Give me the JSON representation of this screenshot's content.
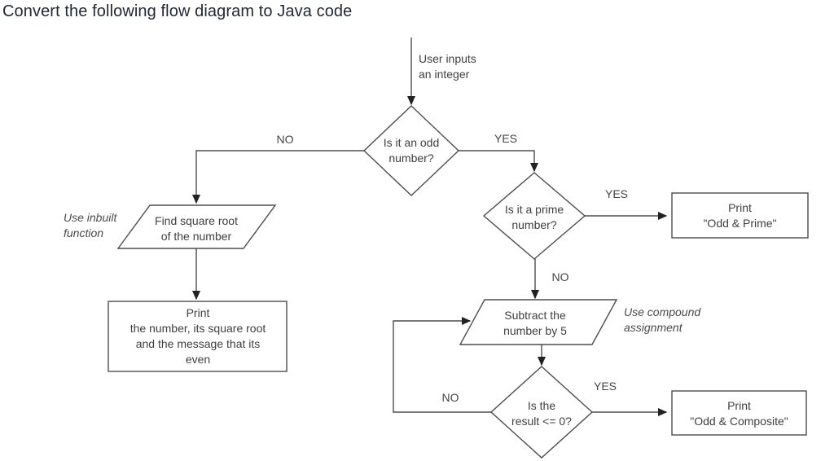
{
  "title": "Convert the following flow diagram to Java code",
  "diagram": {
    "start": {
      "label": "User inputs\nan integer"
    },
    "nodes": {
      "odd_decision": "Is it an odd\nnumber?",
      "sqrt_io": "Find square root\nof the number",
      "print_even": "Print\nthe number, its square root\nand the message that its\neven",
      "prime_decision": "Is it a prime\nnumber?",
      "print_odd_prime": "Print\n\"Odd & Prime\"",
      "subtract_io": "Subtract the\nnumber by 5",
      "result_decision": "Is the\nresult <= 0?",
      "print_odd_composite": "Print\n\"Odd & Composite\""
    },
    "edge_labels": {
      "odd_no": "NO",
      "odd_yes": "YES",
      "prime_yes": "YES",
      "prime_no": "NO",
      "result_no": "NO",
      "result_yes": "YES"
    },
    "annotations": {
      "inbuilt": "Use inbuilt\nfunction",
      "compound": "Use compound\nassignment"
    },
    "colors": {
      "stroke": "#4d4d4d",
      "arrowhead": "#222222",
      "text": "#404040"
    }
  }
}
